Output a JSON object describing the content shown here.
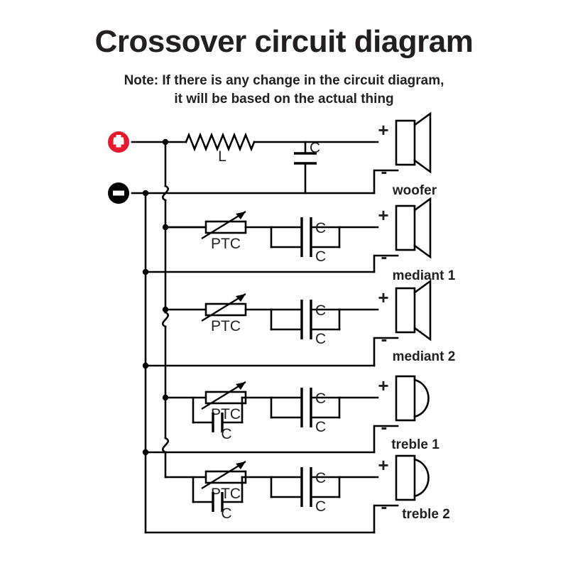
{
  "header": {
    "title": "Crossover circuit diagram",
    "note_line1": "Note: If there is any change in the circuit diagram,",
    "note_line2": "it will be based on the actual thing"
  },
  "terminals": {
    "positive": {
      "name": "positive-terminal",
      "symbol": "+",
      "color": "#E8192C"
    },
    "negative": {
      "name": "negative-terminal",
      "symbol": "-",
      "color": "#000000"
    }
  },
  "polarity": {
    "plus": "+",
    "minus": "-"
  },
  "components": {
    "inductor_label": "L",
    "capacitor_label": "C",
    "ptc_label": "PTC"
  },
  "branches": [
    {
      "id": "woofer",
      "speaker_label": "woofer",
      "speaker_type": "cone",
      "series_element": "L",
      "shunt_capacitors": [
        "C"
      ]
    },
    {
      "id": "mediant-1",
      "speaker_label": "mediant 1",
      "speaker_type": "cone",
      "series_element": "PTC",
      "parallel_capacitors": [
        "C",
        "C"
      ]
    },
    {
      "id": "mediant-2",
      "speaker_label": "mediant 2",
      "speaker_type": "cone",
      "series_element": "PTC",
      "parallel_capacitors": [
        "C",
        "C"
      ]
    },
    {
      "id": "treble-1",
      "speaker_label": "treble 1",
      "speaker_type": "dome",
      "series_element": "PTC",
      "ptc_parallel_capacitor": "C",
      "parallel_capacitors": [
        "C",
        "C"
      ]
    },
    {
      "id": "treble-2",
      "speaker_label": "treble 2",
      "speaker_type": "dome",
      "series_element": "PTC",
      "ptc_parallel_capacitor": "C",
      "parallel_capacitors": [
        "C",
        "C"
      ]
    }
  ]
}
